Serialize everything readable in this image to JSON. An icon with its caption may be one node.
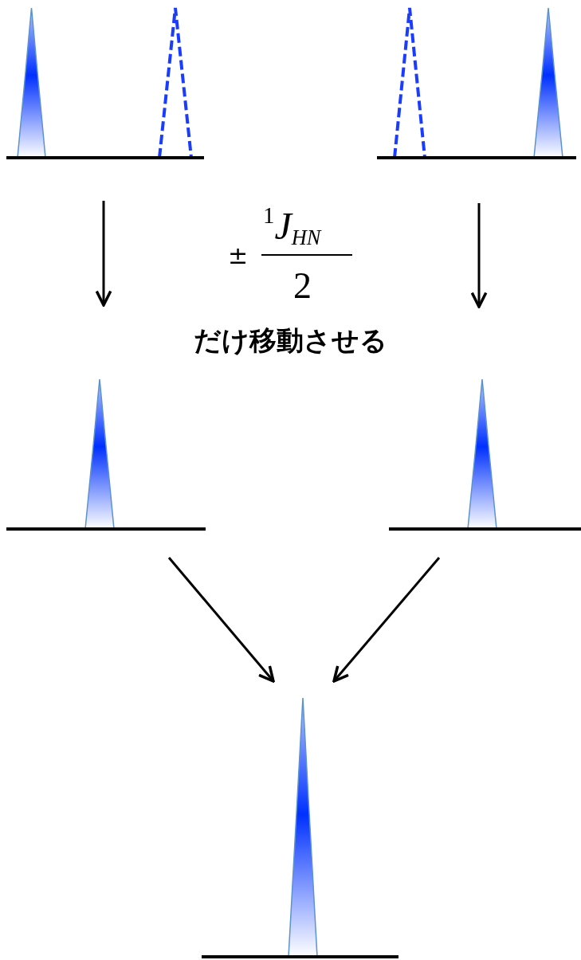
{
  "diagram": {
    "nodes": [
      {
        "text": [],
        "shape": "picture"
      },
      {
        "text": [],
        "shape": "picture"
      },
      {
        "text": [],
        "shape": "picture"
      },
      {
        "text": [],
        "shape": "picture"
      },
      {
        "text": [],
        "shape": "picture"
      }
    ],
    "edges": [
      {
        "from": 0,
        "to": 2,
        "arrow": "to"
      },
      {
        "from": 1,
        "to": 3,
        "arrow": "to"
      },
      {
        "from": 2,
        "to": 4,
        "arrow": "to"
      },
      {
        "from": 3,
        "to": 4,
        "arrow": "to"
      }
    ],
    "labels": [
      "±",
      "$^{1}$*J*$_{HN}$",
      "2",
      "だけ移動させる"
    ]
  }
}
